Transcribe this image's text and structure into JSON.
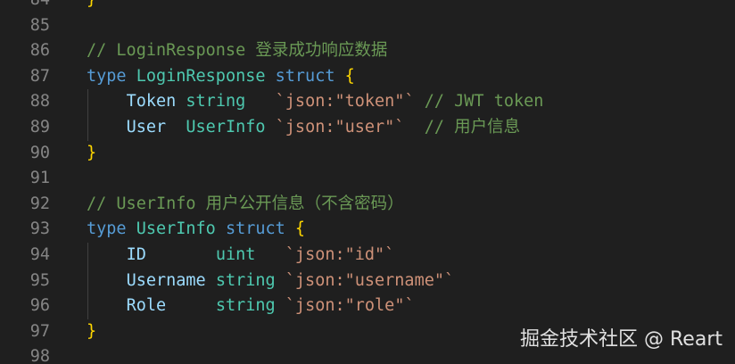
{
  "editor": {
    "lines": [
      {
        "n": "84",
        "segs": [
          {
            "t": "}",
            "c": "br"
          }
        ]
      },
      {
        "n": "85",
        "segs": []
      },
      {
        "n": "86",
        "segs": [
          {
            "t": "// LoginResponse 登录成功响应数据",
            "c": "cm"
          }
        ]
      },
      {
        "n": "87",
        "segs": [
          {
            "t": "type",
            "c": "kw"
          },
          {
            "t": " "
          },
          {
            "t": "LoginResponse",
            "c": "ty"
          },
          {
            "t": " "
          },
          {
            "t": "struct",
            "c": "kw"
          },
          {
            "t": " "
          },
          {
            "t": "{",
            "c": "br"
          }
        ]
      },
      {
        "n": "88",
        "segs": [
          {
            "t": "    "
          },
          {
            "t": "Token",
            "c": "fld"
          },
          {
            "t": " "
          },
          {
            "t": "string",
            "c": "ty"
          },
          {
            "t": "   "
          },
          {
            "t": "`json:\"token\"`",
            "c": "str"
          },
          {
            "t": " "
          },
          {
            "t": "// JWT token",
            "c": "cm"
          }
        ]
      },
      {
        "n": "89",
        "segs": [
          {
            "t": "    "
          },
          {
            "t": "User",
            "c": "fld"
          },
          {
            "t": "  "
          },
          {
            "t": "UserInfo",
            "c": "ty"
          },
          {
            "t": " "
          },
          {
            "t": "`json:\"user\"`",
            "c": "str"
          },
          {
            "t": "  "
          },
          {
            "t": "// 用户信息",
            "c": "cm"
          }
        ]
      },
      {
        "n": "90",
        "segs": [
          {
            "t": "}",
            "c": "br"
          }
        ]
      },
      {
        "n": "91",
        "segs": []
      },
      {
        "n": "92",
        "segs": [
          {
            "t": "// UserInfo 用户公开信息（不含密码）",
            "c": "cm"
          }
        ]
      },
      {
        "n": "93",
        "segs": [
          {
            "t": "type",
            "c": "kw"
          },
          {
            "t": " "
          },
          {
            "t": "UserInfo",
            "c": "ty"
          },
          {
            "t": " "
          },
          {
            "t": "struct",
            "c": "kw"
          },
          {
            "t": " "
          },
          {
            "t": "{",
            "c": "br"
          }
        ]
      },
      {
        "n": "94",
        "segs": [
          {
            "t": "    "
          },
          {
            "t": "ID",
            "c": "fld"
          },
          {
            "t": "       "
          },
          {
            "t": "uint",
            "c": "ty"
          },
          {
            "t": "   "
          },
          {
            "t": "`json:\"id\"`",
            "c": "str"
          }
        ]
      },
      {
        "n": "95",
        "segs": [
          {
            "t": "    "
          },
          {
            "t": "Username",
            "c": "fld"
          },
          {
            "t": " "
          },
          {
            "t": "string",
            "c": "ty"
          },
          {
            "t": " "
          },
          {
            "t": "`json:\"username\"`",
            "c": "str"
          }
        ]
      },
      {
        "n": "96",
        "segs": [
          {
            "t": "    "
          },
          {
            "t": "Role",
            "c": "fld"
          },
          {
            "t": "     "
          },
          {
            "t": "string",
            "c": "ty"
          },
          {
            "t": " "
          },
          {
            "t": "`json:\"role\"`",
            "c": "str"
          }
        ]
      },
      {
        "n": "97",
        "segs": [
          {
            "t": "}",
            "c": "br"
          }
        ]
      },
      {
        "n": "98",
        "segs": []
      }
    ],
    "indent_guide_lines": [
      "88",
      "89",
      "94",
      "95",
      "96"
    ]
  },
  "watermark": "掘金技术社区 @ Reart",
  "colors": {
    "background": "#1f1f1f",
    "line_number": "#858585",
    "keyword": "#569cd6",
    "type": "#4ec9b0",
    "field": "#9cdcfe",
    "string": "#ce9178",
    "comment": "#6a9955",
    "bracket": "#ffd700"
  }
}
